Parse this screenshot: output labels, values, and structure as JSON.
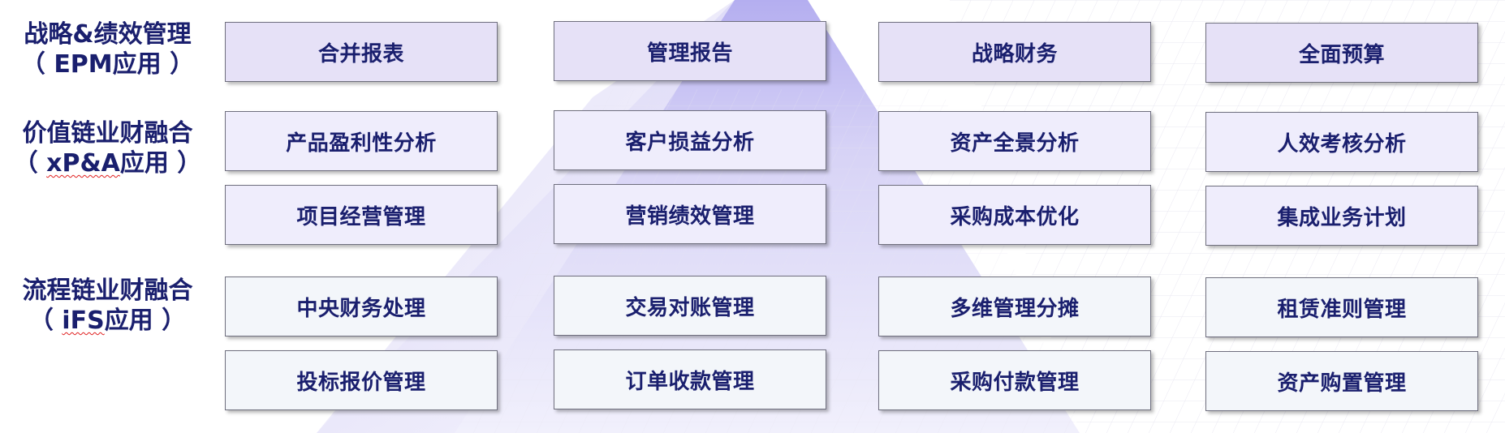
{
  "colors": {
    "title_text": "#1a1f6e",
    "epm_fill": "#e6e1f7",
    "xpa_fill": "#efedfc",
    "ifs_fill": "#f3f6fa",
    "border": "#6f6f7e"
  },
  "rows": {
    "epm": {
      "title_line1": "战略&绩效管理",
      "title_line2": "（ EPM应用 ）",
      "boxes": [
        "合并报表",
        "管理报告",
        "战略财务",
        "全面预算"
      ]
    },
    "xpa": {
      "title_line1": "价值链业财融合",
      "title_pre": "（ ",
      "title_underlined": "xP&A",
      "title_post": "应用 ）",
      "boxes_row1": [
        "产品盈利性分析",
        "客户损益分析",
        "资产全景分析",
        "人效考核分析"
      ],
      "boxes_row2": [
        "项目经营管理",
        "营销绩效管理",
        "采购成本优化",
        "集成业务计划"
      ]
    },
    "ifs": {
      "title_line1": "流程链业财融合",
      "title_pre": "（ ",
      "title_underlined": "iFS",
      "title_post": "应用 ）",
      "boxes_row1": [
        "中央财务处理",
        "交易对账管理",
        "多维管理分摊",
        "租赁准则管理"
      ],
      "boxes_row2": [
        "投标报价管理",
        "订单收款管理",
        "采购付款管理",
        "资产购置管理"
      ]
    }
  }
}
